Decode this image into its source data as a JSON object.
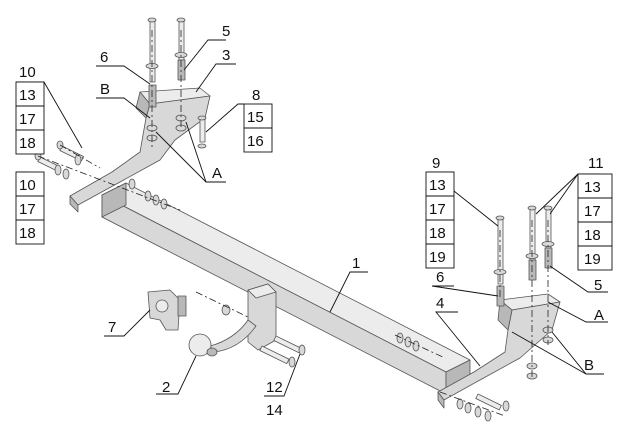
{
  "callouts": {
    "n1": "1",
    "n2": "2",
    "n3": "3",
    "n4": "4",
    "n5_top": "5",
    "n5_right": "5",
    "n6_top": "6",
    "n6_right": "6",
    "n7": "7",
    "n8": "8",
    "n9": "9",
    "n11": "11",
    "n12": "12",
    "n14": "14",
    "a_left": "A",
    "a_right": "A",
    "b_left": "B",
    "b_right": "B"
  },
  "label_stacks": {
    "left_upper": [
      "10",
      "13",
      "17",
      "18"
    ],
    "left_lower": [
      "10",
      "17",
      "18"
    ],
    "bolt_8": [
      "15",
      "16"
    ],
    "right_9": [
      "13",
      "17",
      "18",
      "19"
    ],
    "right_11": [
      "13",
      "17",
      "18",
      "19"
    ]
  },
  "colors": {
    "metal": "#d8d8d8",
    "outline": "#555555",
    "leader": "#111111"
  }
}
